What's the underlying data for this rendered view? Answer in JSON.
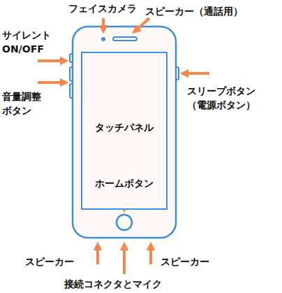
{
  "diagram": {
    "nodes": [
      {
        "text": [
          "タッチパネル"
        ]
      }
    ],
    "labels": [
      "フェイスカメラ",
      "スピーカー（通話用）",
      "サイレント ON/OFF",
      "音量調整 ボタン",
      "スリープボタン （電源ボタン）",
      "ホームボタン",
      "スピーカー",
      "接続コネクタとマイク",
      "スピーカー"
    ]
  }
}
